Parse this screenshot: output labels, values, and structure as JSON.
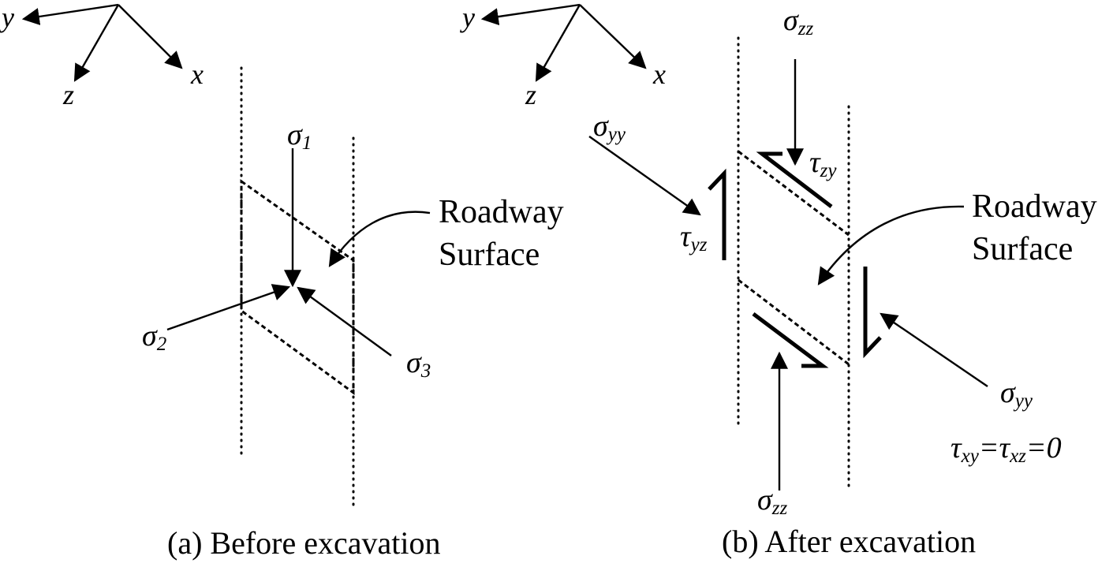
{
  "panel_a": {
    "axes": {
      "y": "y",
      "z": "z",
      "x": "x"
    },
    "sigma1": {
      "sym": "σ",
      "sub": "1"
    },
    "sigma2": {
      "sym": "σ",
      "sub": "2"
    },
    "sigma3": {
      "sym": "σ",
      "sub": "3"
    },
    "surface_line1": "Roadway",
    "surface_line2": "Surface",
    "caption": "(a) Before excavation"
  },
  "panel_b": {
    "axes": {
      "y": "y",
      "z": "z",
      "x": "x"
    },
    "sigma_zz_top": {
      "sym": "σ",
      "sub": "zz"
    },
    "sigma_yy_left": {
      "sym": "σ",
      "sub": "yy"
    },
    "tau_zy": {
      "sym": "τ",
      "sub": "zy"
    },
    "tau_yz": {
      "sym": "τ",
      "sub": "yz"
    },
    "sigma_yy_right": {
      "sym": "σ",
      "sub": "yy"
    },
    "sigma_zz_bottom": {
      "sym": "σ",
      "sub": "zz"
    },
    "shear_zero": {
      "tau": "τ",
      "sub1": "xy",
      "eq1": "=",
      "sub2": "xz",
      "eq2": "=",
      "val": "0"
    },
    "surface_line1": "Roadway",
    "surface_line2": "Surface",
    "caption": "(b) After excavation"
  }
}
